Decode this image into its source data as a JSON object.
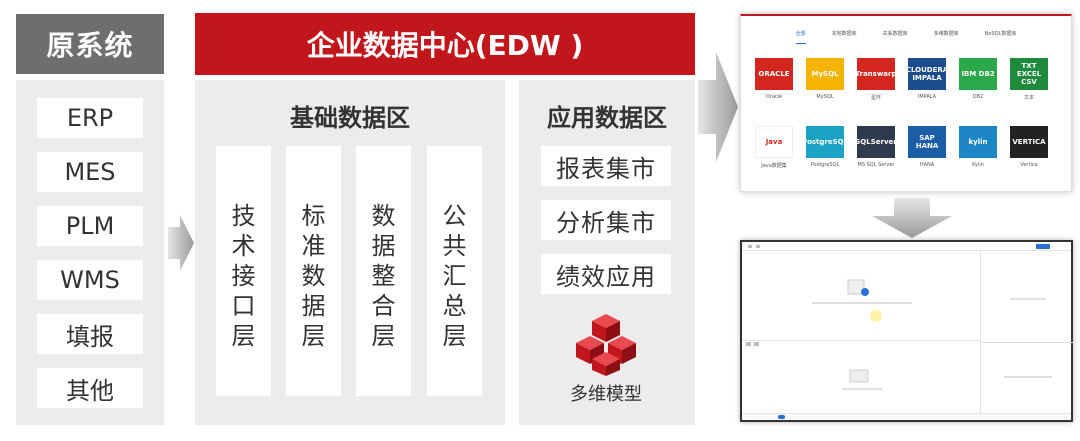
{
  "source": {
    "title": "原系统",
    "items": [
      "ERP",
      "MES",
      "PLM",
      "WMS",
      "填报",
      "其他"
    ]
  },
  "edw": {
    "title": "企业数据中心(EDW )",
    "base_zone": {
      "title": "基础数据区",
      "layers": [
        [
          "技",
          "术",
          "接",
          "口",
          "层"
        ],
        [
          "标",
          "准",
          "数",
          "据",
          "层"
        ],
        [
          "数",
          "据",
          "整",
          "合",
          "层"
        ],
        [
          "公",
          "共",
          "汇",
          "总",
          "层"
        ]
      ]
    },
    "app_zone": {
      "title": "应用数据区",
      "items": [
        "报表集市",
        "分析集市",
        "绩效应用"
      ],
      "cube_label": "多维模型"
    }
  },
  "datasource_screen": {
    "tabs": [
      "全部",
      "本地数据库",
      "关系数据库",
      "多维数据库",
      "NoSQL数据库"
    ],
    "active_tab": 0,
    "logos": [
      {
        "text": "ORACLE",
        "caption": "Oracle",
        "bg": "#d3261e"
      },
      {
        "text": "MySQL",
        "caption": "MySQL",
        "bg": "#f4b400"
      },
      {
        "text": "Transwarp",
        "caption": "星环",
        "bg": "#d3261e"
      },
      {
        "text": "CLOUDERA IMPALA",
        "caption": "IMPALA",
        "bg": "#1b4c8c"
      },
      {
        "text": "IBM DB2",
        "caption": "DB2",
        "bg": "#2aa84a"
      },
      {
        "text": "TXT EXCEL CSV",
        "caption": "文本",
        "bg": "#1e8a3c"
      },
      {
        "text": "Java",
        "caption": "Java数据集",
        "bg": "#ffffff"
      },
      {
        "text": "PostgreSQL",
        "caption": "PostgreSQL",
        "bg": "#1ba3c6"
      },
      {
        "text": "SQLServer",
        "caption": "MS SQL Server",
        "bg": "#2e3b4e"
      },
      {
        "text": "SAP HANA",
        "caption": "HANA",
        "bg": "#1a5ea8"
      },
      {
        "text": "kylin",
        "caption": "Kylin",
        "bg": "#1c86c8"
      },
      {
        "text": "VERTICA",
        "caption": "Vertica",
        "bg": "#222222"
      }
    ]
  },
  "colors": {
    "accent_red": "#c0161c",
    "header_gray": "#6e6e6e",
    "panel_gray": "#ececec",
    "arrow_gray": "#9a9a9a"
  }
}
